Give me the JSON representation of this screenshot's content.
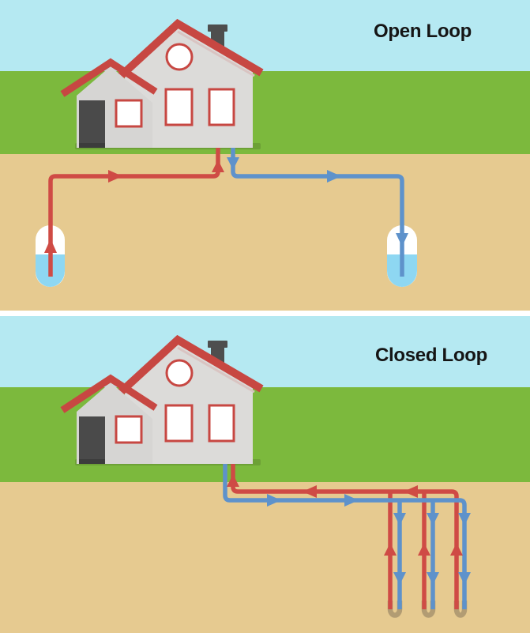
{
  "panels": [
    {
      "id": "open-loop",
      "title": "Open Loop"
    },
    {
      "id": "closed-loop",
      "title": "Closed Loop"
    }
  ],
  "colors": {
    "sky": "#b5e9f2",
    "grass": "#7cb93d",
    "grass_shadow": "#6da136",
    "ground": "#e6ca90",
    "divider": "#ffffff",
    "pipe_warm": "#cf4b45",
    "pipe_cold": "#5e92cb",
    "roof": "#c74742",
    "roof_shade": "#d9c4c2",
    "wall": "#dcdbd9",
    "wall_annex": "#d6d5d3",
    "chimney": "#4e4e4e",
    "door": "#4a4a4a",
    "door_base": "#3c3c3c",
    "window_frame": "#c74742",
    "window_fill": "#ffffff",
    "well_casing": "#ffffff",
    "well_water": "#8ed7f2",
    "loop_casing": "#b29c73",
    "title": "#151515"
  }
}
